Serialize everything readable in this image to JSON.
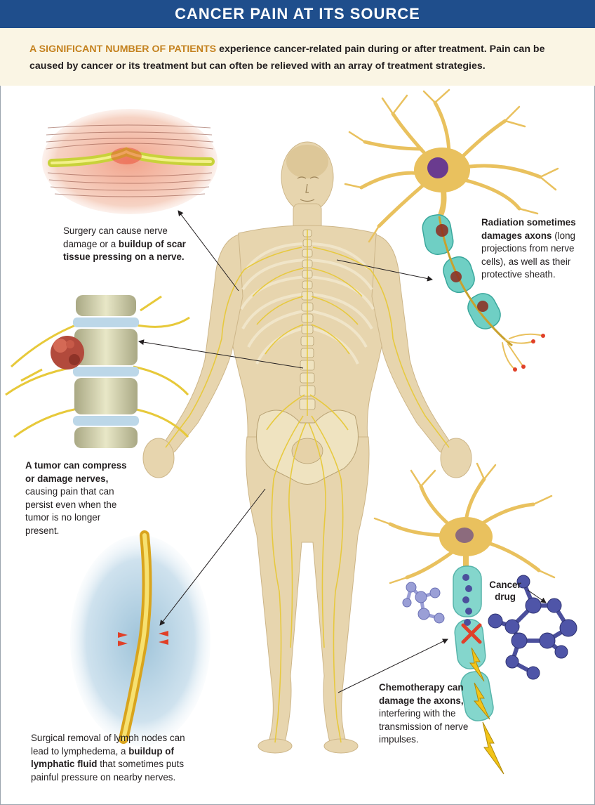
{
  "header": {
    "title": "CANCER PAIN AT ITS SOURCE"
  },
  "intro": {
    "lead": "A SIGNIFICANT NUMBER OF PATIENTS",
    "text": " experience cancer-related pain during or after treatment. Pain can be caused by cancer or its treatment but can often be relieved with an array of treatment strategies."
  },
  "callouts": {
    "surgery": {
      "pre": "Surgery can cause nerve damage or a ",
      "bold": "buildup of scar tissue pressing on a nerve.",
      "post": ""
    },
    "radiation": {
      "bold": "Radiation sometimes damages axons",
      "post": " (long projections from nerve cells), as well as their protective sheath."
    },
    "tumor": {
      "bold": "A tumor can compress or damage nerves,",
      "post": " causing pain that can persist even when the tumor is no longer present."
    },
    "lymph": {
      "pre": "Surgical removal of lymph nodes can lead to lymphedema, a ",
      "bold": "buildup of lymphatic fluid",
      "post": " that sometimes puts painful pressure on nearby nerves."
    },
    "chemo": {
      "bold": "Chemotherapy can damage the axons,",
      "post": " interfering with the transmission of nerve impulses."
    },
    "drug_label": "Cancer drug"
  },
  "colors": {
    "title_bar": "#1f4e8c",
    "intro_bg": "#faf5e4",
    "lead_text": "#c4821f",
    "skin": "#e6d2a8",
    "nerve": "#e7c93a",
    "neuron": "#e9c15e",
    "sheath": "#6fcfc4",
    "drug": "#4b4f9c"
  }
}
